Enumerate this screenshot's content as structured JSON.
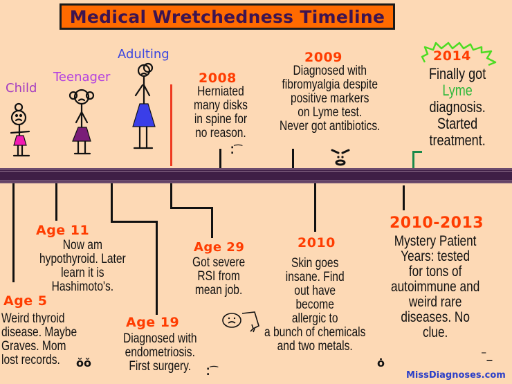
{
  "title": "Medical Wretchedness Timeline",
  "colors": {
    "background": "#fdd9b5",
    "title_box": "#ff6a00",
    "title_text": "#3d1450",
    "timeline_bar": "#3f1f46",
    "heading": "#ff3c00",
    "child_label": "#a43cc0",
    "teenager_label": "#b340e0",
    "adulting_label": "#3a46e0",
    "lyme_green": "#2fb83a",
    "starburst_green": "#4cdc22",
    "credit": "#2b3fc8",
    "divider_red": "#ee3a20"
  },
  "stages": [
    {
      "label": "Child",
      "dress_color": "#f21ab3"
    },
    {
      "label": "Teenager",
      "dress_color": "#7a1d78"
    },
    {
      "label": "Adulting",
      "dress_color": "#3a3ee8"
    }
  ],
  "events_above": [
    {
      "heading": "2008",
      "lines": [
        "Herniated",
        "many disks",
        "in spine for",
        "no reason."
      ],
      "face": "sad-face"
    },
    {
      "heading": "2009",
      "lines": [
        "Diagnosed with",
        "fibromyalgia despite",
        "positive markers",
        "on Lyme test.",
        "Never got antibiotics."
      ],
      "face": "angry-face"
    },
    {
      "heading": "2014",
      "lines": [
        "Finally got",
        "Lyme",
        "diagnosis.",
        "Started",
        "treatment."
      ],
      "highlight_word": "Lyme",
      "face": "starburst"
    }
  ],
  "events_below": [
    {
      "heading": "Age 5",
      "lines": [
        "Weird thyroid",
        "disease. Maybe",
        "Graves. Mom",
        "lost records."
      ],
      "face": "angry-sad-face"
    },
    {
      "heading": "Age 11",
      "lines": [
        "Now am",
        "hypothyroid. Later",
        "learn it is",
        "Hashimoto's."
      ]
    },
    {
      "heading": "Age 19",
      "lines": [
        "Diagnosed with",
        "endometriosis.",
        "First surgery."
      ],
      "face": "sad-face"
    },
    {
      "heading": "Age 29",
      "lines": [
        "Got severe",
        "RSI from",
        "mean job."
      ],
      "face": "hurt-hand-face"
    },
    {
      "heading": "2010",
      "lines": [
        "Skin goes",
        "insane. Find",
        "out have",
        "become",
        "allergic to",
        "a bunch of chemicals",
        "and two metals."
      ],
      "face": "shocked-face"
    },
    {
      "heading": "2010-2013",
      "lines": [
        "Mystery Patient",
        "Years: tested",
        "for tons of",
        "autoimmune and",
        "weird rare",
        "diseases. No",
        "clue."
      ],
      "face": "meh-face"
    }
  ],
  "faces": {
    "sad": ":(",
    "angry": "ಠ_ಠ",
    "shocked": "ö",
    "meh": "-_-"
  },
  "credit": "MissDiagnoses.com"
}
